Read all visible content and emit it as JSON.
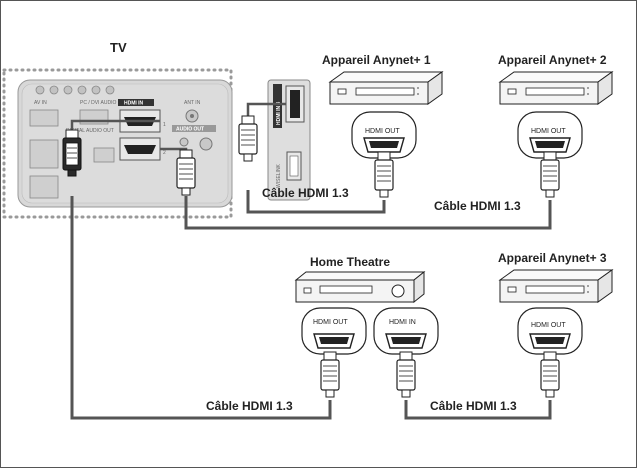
{
  "labels": {
    "tv": "TV",
    "device1": "Appareil Anynet+ 1",
    "device2": "Appareil Anynet+ 2",
    "device3": "Appareil Anynet+ 3",
    "home_theatre": "Home Theatre"
  },
  "ports": {
    "hdmi_out": "HDMI OUT",
    "hdmi_in": "HDMI IN",
    "hdmi_in_3": "HDMI IN 3",
    "wiselink": "WISELINK",
    "ant_in": "ANT IN",
    "av_in": "AV IN",
    "port_1": "1",
    "port_2": "2",
    "pc_dvi": "PC / DVI AUDIO IN",
    "audio_out": "AUDIO OUT",
    "digital_audio_out": "DIGITAL AUDIO OUT"
  },
  "cables": {
    "c1": "Câble HDMI 1.3",
    "c2": "Câble HDMI 1.3",
    "c3": "Câble HDMI 1.3",
    "c4": "Câble HDMI 1.3"
  },
  "colors": {
    "frame": "#555555",
    "tv_panel": "#d8d8d8",
    "cable": "#555555",
    "device": "#f2f2f2"
  }
}
